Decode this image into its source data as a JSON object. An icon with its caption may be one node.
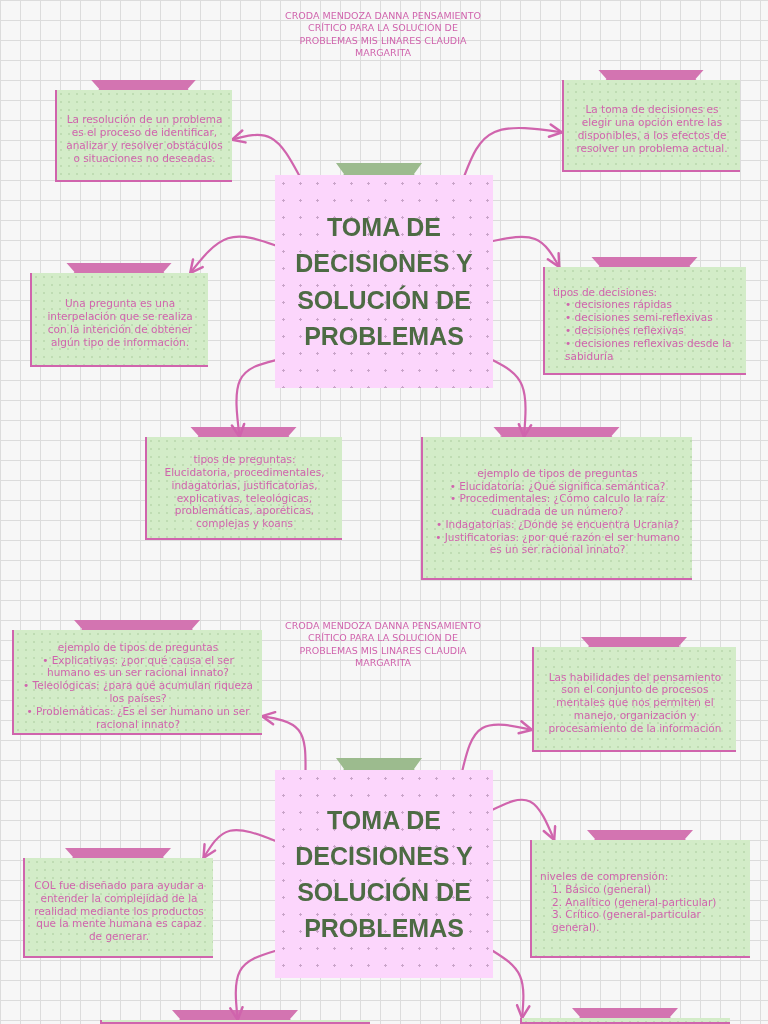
{
  "diagram": {
    "nodes": [
      {
        "text": [
          "TOMA DE DECISIONES Y SOLUCIÓN DE PROBLEMAS"
        ]
      },
      {
        "text": [
          "La resolución de un problema es el proceso de identificar, analizar y resolver obstáculos o situaciones no deseadas."
        ]
      },
      {
        "text": [
          "La toma de decisiones es elegir una opción entre las disponibles, a los efectos de resolver un problema actual."
        ]
      },
      {
        "text": [
          "Una pregunta es una interpelación que se realiza con la intención de obtener algún tipo de información."
        ]
      },
      {
        "text": [
          "tipos de decisiones:",
          "• decisiones rápidas",
          "• decisiones semi-reflexivas",
          "• decisiones reflexivas",
          "• decisiones reflexivas desde la sabiduría"
        ]
      },
      {
        "text": [
          "tipos de preguntas:",
          "Elucidatoria, procedimentales, indagatorias, justificatorias, explicativas, teleológicas, problemáticas, aporéticas, complejas y koans"
        ]
      },
      {
        "text": [
          "ejemplo de tipos de preguntas",
          "• Elucidatoria: ¿Qué significa semántica?",
          "• Procedimentales: ¿Cómo calculo la raíz cuadrada de un número?",
          "• Indagatorias: ¿Dónde se encuentra Ucrania?",
          "• Justificatorias: ¿por qué razón el ser humano es un ser racional innato?"
        ]
      },
      {
        "text": [
          "TOMA DE DECISIONES Y SOLUCIÓN DE PROBLEMAS"
        ]
      },
      {
        "text": [
          "ejemplo de tipos de preguntas",
          "• Explicativas: ¿por qué causa el ser humano es un ser racional innato?",
          "• Teleológicas: ¿para qué acumulan riqueza los países?",
          "• Problemáticas: ¿Es el ser humano un ser racional innato?"
        ]
      },
      {
        "text": [
          "Las habilidades del pensamiento son el conjunto de procesos mentales que nos permiten el manejo, organización y procesamiento de la información"
        ]
      },
      {
        "text": [
          "COL fue diseñado para ayudar a entender la complejidad de la realidad mediante los productos que la mente humana es capaz de generar."
        ]
      },
      {
        "text": [
          "niveles de comprensión:",
          "1. Básico (general)",
          "2. Analítico (general-particular)",
          "3. Crítico (general-particular general)."
        ]
      },
      {
        "text": [],
        "shape": "box"
      },
      {
        "text": [],
        "shape": "box"
      }
    ],
    "edges": [
      {
        "from": 0,
        "to": 1,
        "arrow": "to"
      },
      {
        "from": 0,
        "to": 2,
        "arrow": "to"
      },
      {
        "from": 0,
        "to": 3,
        "arrow": "to"
      },
      {
        "from": 0,
        "to": 4,
        "arrow": "to"
      },
      {
        "from": 0,
        "to": 5,
        "arrow": "to"
      },
      {
        "from": 0,
        "to": 6,
        "arrow": "to"
      },
      {
        "from": 7,
        "to": 8,
        "arrow": "to"
      },
      {
        "from": 7,
        "to": 9,
        "arrow": "to"
      },
      {
        "from": 7,
        "to": 10,
        "arrow": "to"
      },
      {
        "from": 7,
        "to": 11,
        "arrow": "to"
      },
      {
        "from": 7,
        "to": 12,
        "arrow": "to"
      },
      {
        "from": 7,
        "to": 13,
        "arrow": "to"
      }
    ],
    "labels": [
      "CRODA MENDOZA DANNA PENSAMIENTO CRÍTICO PARA LA SOLUCIÓN DE PROBLEMAS MIS LINARES CLAUDIA MARGARITA",
      "CRODA MENDOZA DANNA PENSAMIENTO CRÍTICO PARA LA SOLUCIÓN DE PROBLEMAS MIS LINARES CLAUDIA MARGARITA"
    ]
  }
}
